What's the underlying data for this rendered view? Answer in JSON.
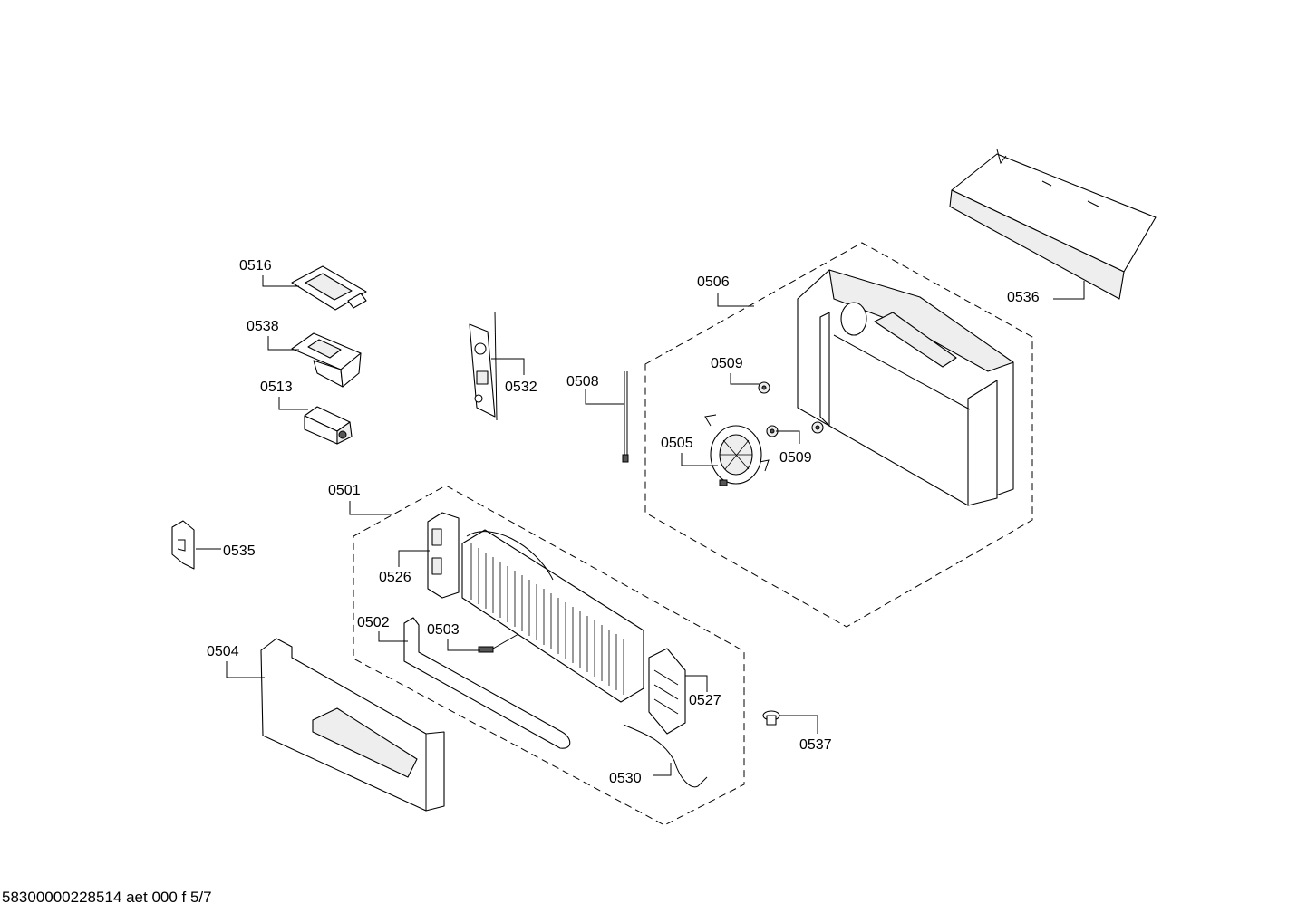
{
  "parts": [
    {
      "id": "p0516",
      "label": "0516"
    },
    {
      "id": "p0538",
      "label": "0538"
    },
    {
      "id": "p0513",
      "label": "0513"
    },
    {
      "id": "p0532",
      "label": "0532"
    },
    {
      "id": "p0508",
      "label": "0508"
    },
    {
      "id": "p0506",
      "label": "0506"
    },
    {
      "id": "p0509a",
      "label": "0509"
    },
    {
      "id": "p0509b",
      "label": "0509"
    },
    {
      "id": "p0505",
      "label": "0505"
    },
    {
      "id": "p0536",
      "label": "0536"
    },
    {
      "id": "p0501",
      "label": "0501"
    },
    {
      "id": "p0535",
      "label": "0535"
    },
    {
      "id": "p0526",
      "label": "0526"
    },
    {
      "id": "p0502",
      "label": "0502"
    },
    {
      "id": "p0503",
      "label": "0503"
    },
    {
      "id": "p0504",
      "label": "0504"
    },
    {
      "id": "p0527",
      "label": "0527"
    },
    {
      "id": "p0537",
      "label": "0537"
    },
    {
      "id": "p0530",
      "label": "0530"
    }
  ],
  "footer": "58300000228514 aet 000 f 5/7"
}
